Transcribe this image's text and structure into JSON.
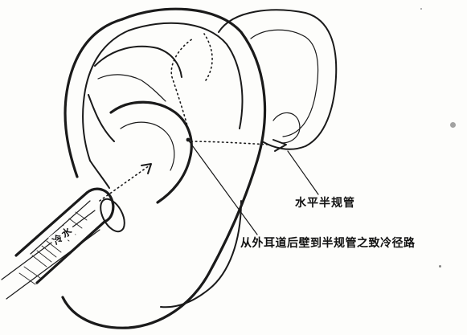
{
  "labels": {
    "horizontal_canal": "水平半规管",
    "cooling_path": "从外耳道后壁到半规管之致冷径路",
    "cold_water": "冷水"
  }
}
